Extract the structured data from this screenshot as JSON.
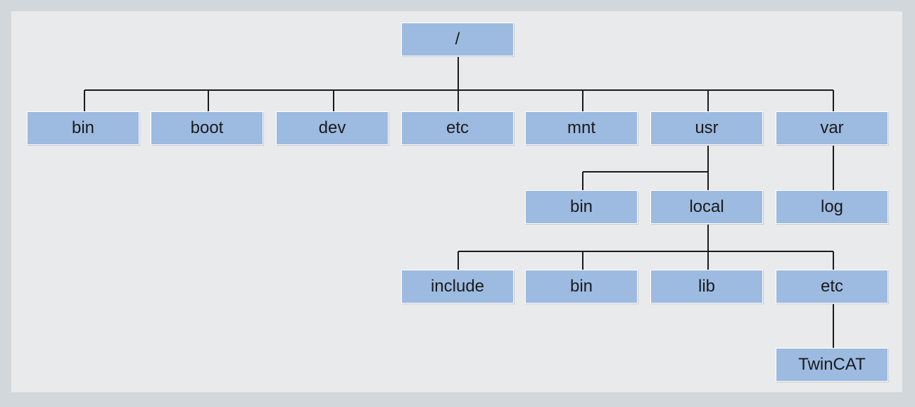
{
  "colors": {
    "frame": "#d2d7db",
    "panel": "#e9eaeb",
    "node_fill": "#9dbbe1",
    "node_text": "#1a1a1a",
    "connector": "#1a1a1a"
  },
  "tree": {
    "root": "/",
    "level1": [
      "bin",
      "boot",
      "dev",
      "etc",
      "mnt",
      "usr",
      "var"
    ],
    "usr_children": [
      "bin",
      "local"
    ],
    "var_children": [
      "log"
    ],
    "local_children": [
      "include",
      "bin",
      "lib",
      "etc"
    ],
    "local_etc_children": [
      "TwinCAT"
    ]
  }
}
